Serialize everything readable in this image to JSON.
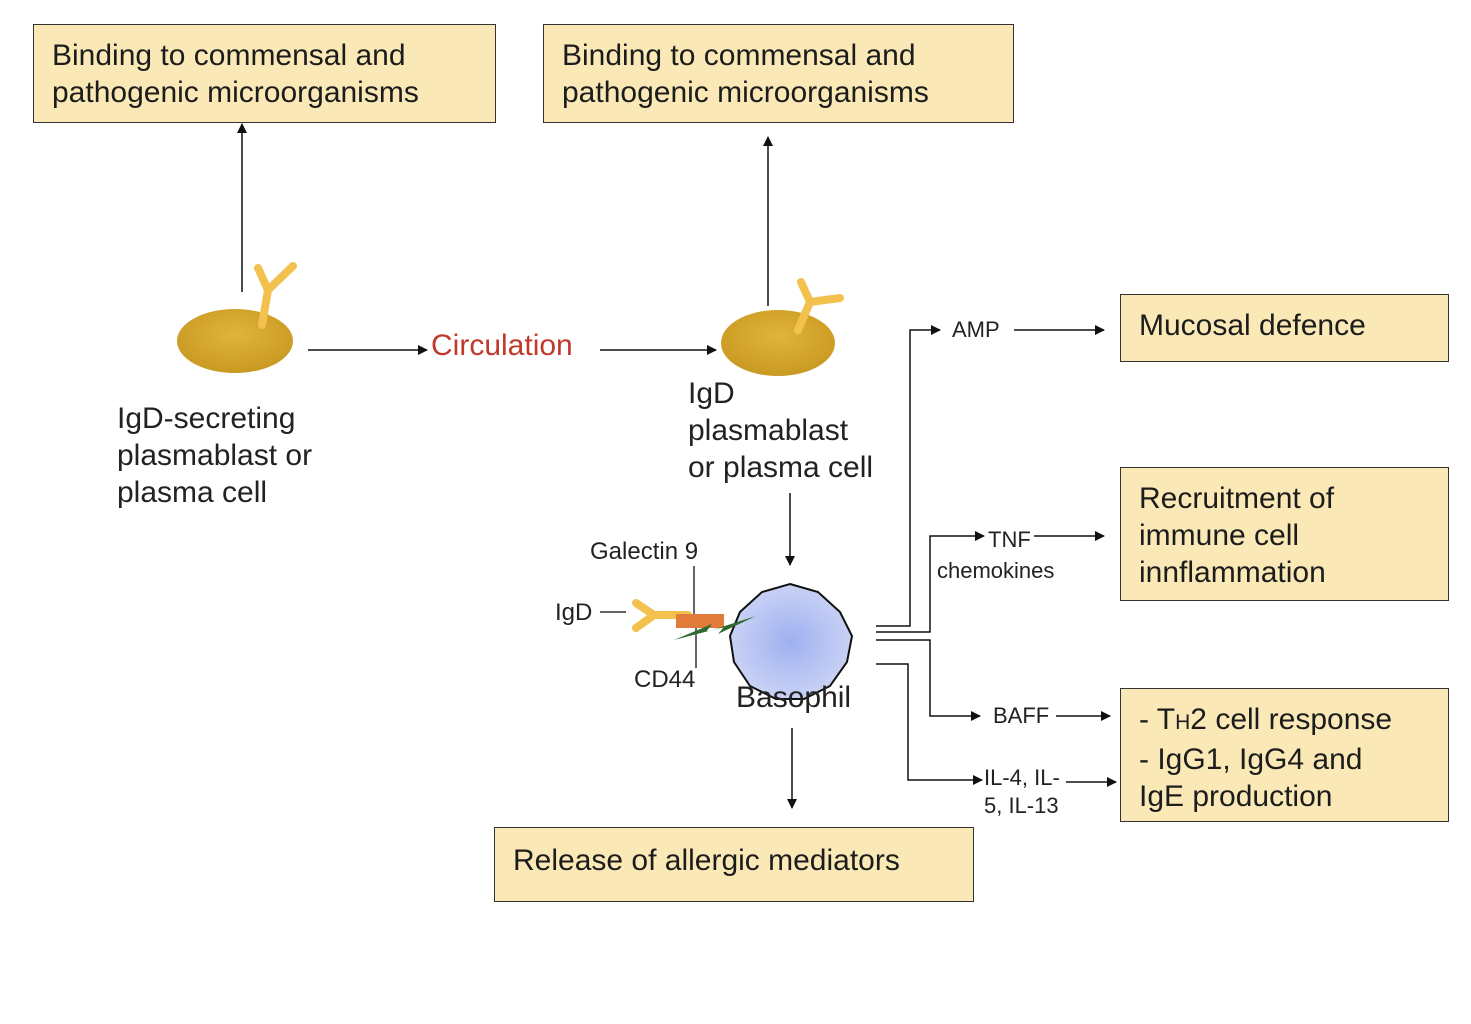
{
  "boxes": {
    "binding_left": [
      "Binding to commensal and",
      "pathogenic microorganisms"
    ],
    "binding_right": [
      "Binding to commensal and",
      "pathogenic microorganisms"
    ],
    "mucosal": "Mucosal defence",
    "recruitment": [
      "Recruitment of",
      "immune cell",
      "innflammation"
    ],
    "th2": {
      "line1_prefix": "- ",
      "line1_t": "T",
      "line1_h": "H",
      "line1_rest": "2 cell response",
      "line2": "- IgG1, IgG4 and",
      "line3": "IgE production"
    },
    "release": "Release of allergic mediators"
  },
  "labels": {
    "secreting_cell": [
      "IgD-secreting",
      "plasmablast or",
      "plasma cell"
    ],
    "circulation": "Circulation",
    "igd_cell": [
      "IgD",
      "plasmablast",
      "or plasma cell"
    ],
    "galectin": "Galectin 9",
    "igd": "IgD",
    "cd44": "CD44",
    "basophil": "Basophil",
    "amp": "AMP",
    "tnf": "TNF",
    "chemokines": "chemokines",
    "baff": "BAFF",
    "il_line1": "IL-4, IL-",
    "il_line2": "5, IL-13"
  },
  "colors": {
    "box_fill": "#fae9b6",
    "cell_fill": "#d4a72c",
    "antibody": "#f2c14e",
    "circulation_text": "#c0392b",
    "basophil_fill": "#b9c5f2",
    "cd44": "#e07b39",
    "galectin": "#2e6b2e"
  }
}
